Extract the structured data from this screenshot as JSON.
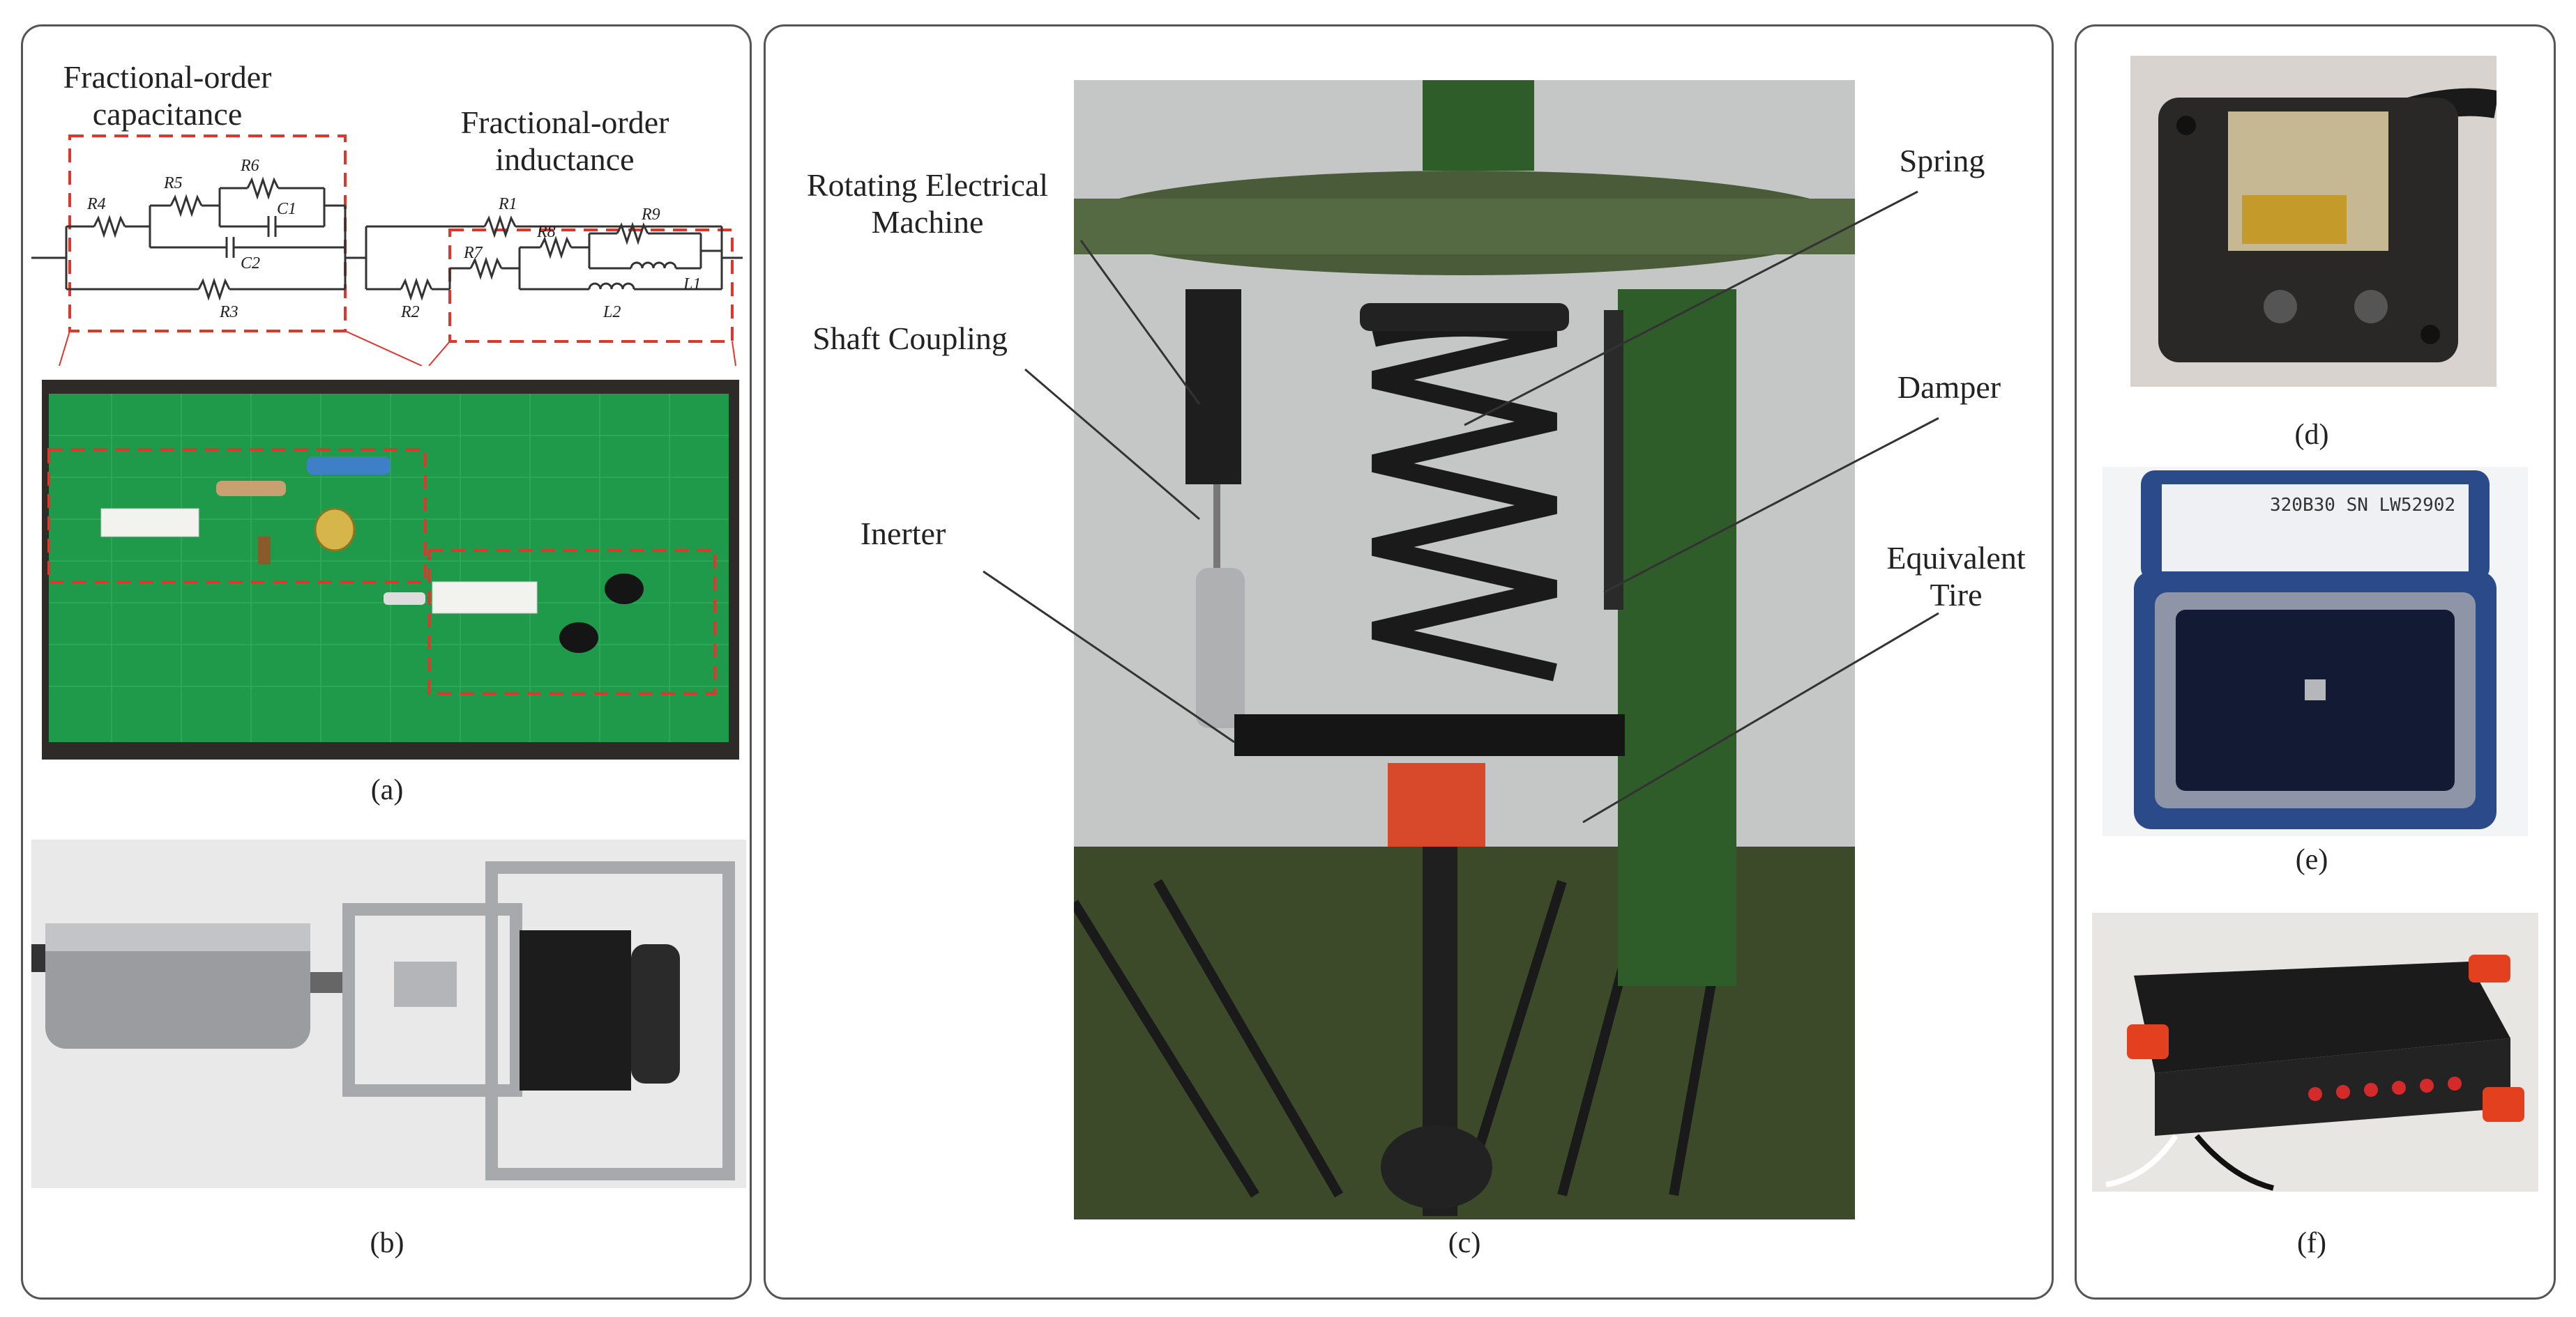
{
  "panels": {
    "a": {
      "caption": "(a)",
      "label_capacitance": "Fractional-order capacitance",
      "label_inductance": "Fractional-order inductance",
      "components": {
        "R4": "R4",
        "R5": "R5",
        "R6": "R6",
        "C1": "C1",
        "C2": "C2",
        "R3": "R3",
        "R1": "R1",
        "R2": "R2",
        "R7": "R7",
        "R8": "R8",
        "R9": "R9",
        "L1": "L1",
        "L2": "L2"
      }
    },
    "b": {
      "caption": "(b)"
    },
    "c": {
      "caption": "(c)",
      "labels": {
        "rotating_machine": "Rotating Electrical Machine",
        "shaft_coupling": "Shaft Coupling",
        "inerter": "Inerter",
        "spring": "Spring",
        "damper": "Damper",
        "equivalent_tire": "Equivalent Tire"
      }
    },
    "d": {
      "caption": "(d)"
    },
    "e": {
      "caption": "(e)",
      "box_text": "320B30  SN LW52902"
    },
    "f": {
      "caption": "(f)"
    }
  },
  "colors": {
    "pcb_green": "#1f9a4a",
    "dashed_red": "#e0362c",
    "frame_green": "#2f5d2a",
    "spring_black": "#1a1a1a",
    "orange_pad": "#e2401f"
  }
}
